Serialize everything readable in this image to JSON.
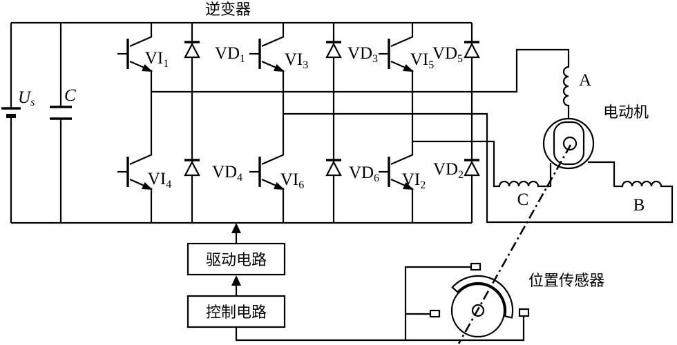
{
  "diagram": {
    "title": "逆变器",
    "motor_label": "电动机",
    "sensor_label": "位置传感器",
    "drive_box": "驱动电路",
    "control_box": "控制电路",
    "source": {
      "main": "U",
      "sub": "s"
    },
    "capacitor_label": "C",
    "windings": {
      "a": "A",
      "b": "B",
      "c": "C"
    },
    "transistors": {
      "top": [
        {
          "main": "VI",
          "sub": "1"
        },
        {
          "main": "VI",
          "sub": "3"
        },
        {
          "main": "VI",
          "sub": "5"
        }
      ],
      "bottom": [
        {
          "main": "VI",
          "sub": "4"
        },
        {
          "main": "VI",
          "sub": "6"
        },
        {
          "main": "VI",
          "sub": "2"
        }
      ]
    },
    "diodes": {
      "top": [
        {
          "main": "VD",
          "sub": "1"
        },
        {
          "main": "VD",
          "sub": "3"
        },
        {
          "main": "VD",
          "sub": "5"
        }
      ],
      "bottom": [
        {
          "main": "VD",
          "sub": "4"
        },
        {
          "main": "VD",
          "sub": "6"
        },
        {
          "main": "VD",
          "sub": "2"
        }
      ]
    },
    "colors": {
      "line": "#000000",
      "background": "#ffffff"
    }
  }
}
